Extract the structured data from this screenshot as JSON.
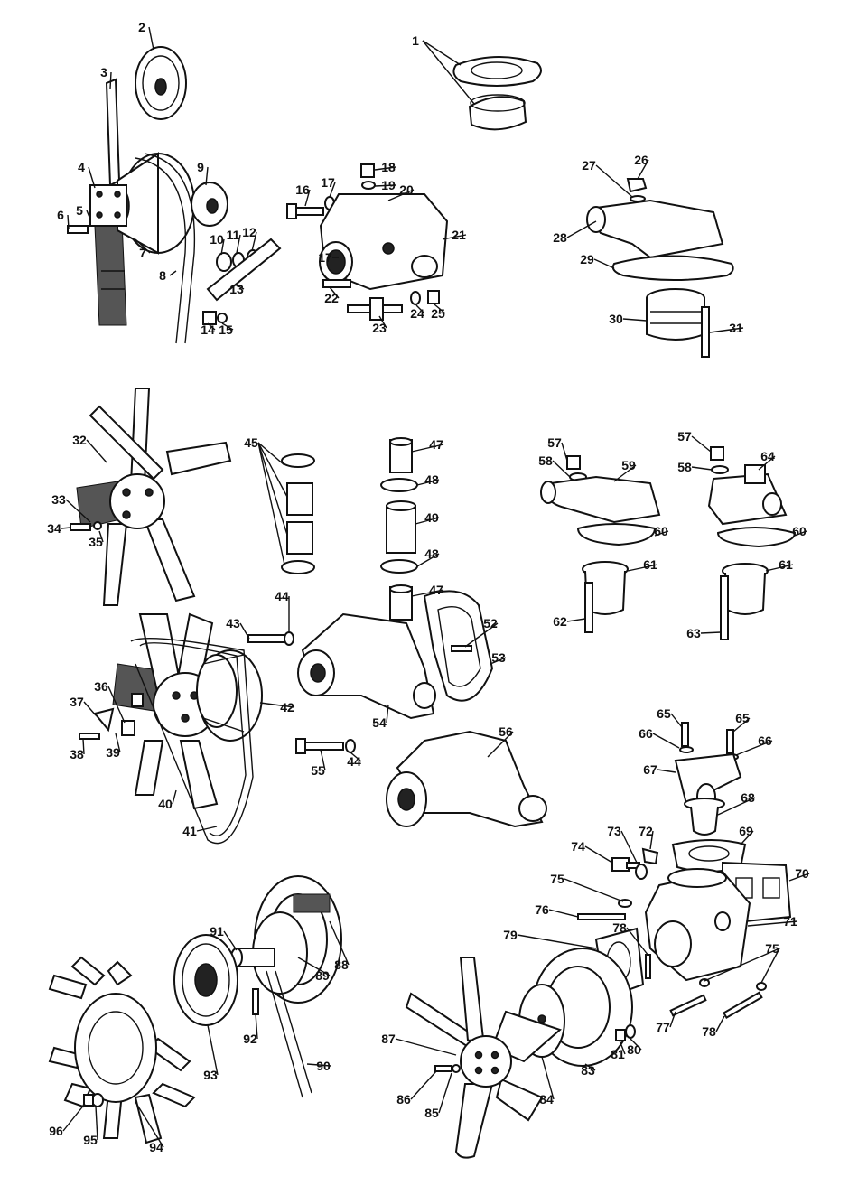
{
  "labels": [
    "1",
    "2",
    "3",
    "4",
    "5",
    "6",
    "7",
    "8",
    "9",
    "10",
    "11",
    "12",
    "13",
    "14",
    "15",
    "16",
    "17",
    "18",
    "19",
    "20",
    "21",
    "22",
    "23",
    "24",
    "25",
    "26",
    "27",
    "28",
    "29",
    "30",
    "31",
    "32",
    "33",
    "34",
    "35",
    "36",
    "37",
    "38",
    "39",
    "40",
    "41",
    "42",
    "43",
    "44",
    "45",
    "47",
    "48",
    "49",
    "52",
    "53",
    "54",
    "55",
    "56",
    "57",
    "58",
    "59",
    "60",
    "61",
    "62",
    "63",
    "64",
    "65",
    "66",
    "67",
    "68",
    "69",
    "70",
    "71",
    "72",
    "73",
    "74",
    "75",
    "76",
    "77",
    "78",
    "79",
    "80",
    "81",
    "83",
    "84",
    "85",
    "86",
    "87",
    "88",
    "89",
    "90",
    "91",
    "92",
    "93",
    "94",
    "95",
    "96"
  ]
}
